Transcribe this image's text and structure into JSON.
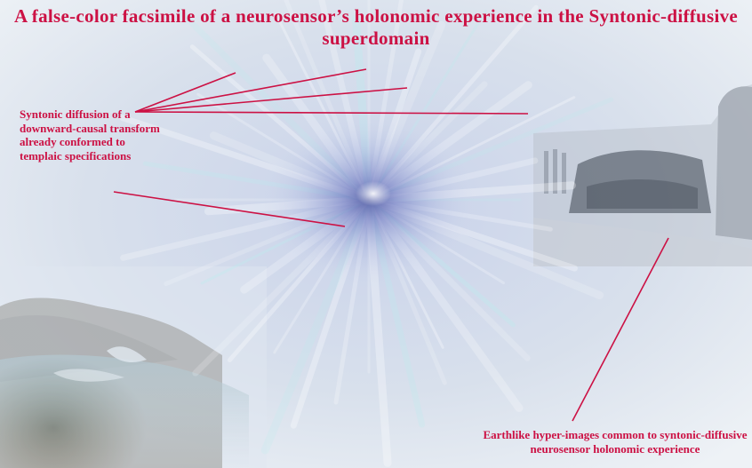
{
  "title": "A false-color facsimile of a neurosensor’s holonomic experience in the Syntonic-diffusive superdomain",
  "labels": {
    "syntonic_diffusion": "Syntonic diffusion of a downward-causal transform already conformed to templaic specifications",
    "earthlike": "Earthlike hyper-images common to syntonic-diffusive neurosensor holonomic experience"
  },
  "colors": {
    "accent": "#cc1144",
    "background": "#dfe6f0",
    "burst": "#5a66b8"
  }
}
